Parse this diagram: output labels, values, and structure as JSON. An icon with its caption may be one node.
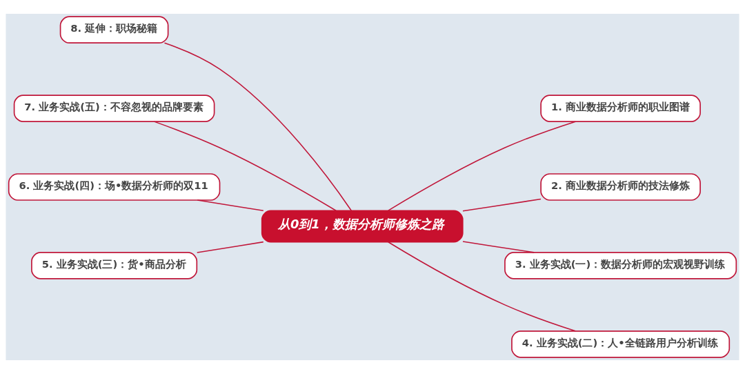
{
  "diagram": {
    "nodes": [
      {
        "text": [
          "从0到1，数据分析师修炼之路"
        ]
      },
      {
        "text": [
          "1. 商业数据分析师的职业图谱"
        ]
      },
      {
        "text": [
          "2. 商业数据分析师的技法修炼"
        ]
      },
      {
        "text": [
          "3. 业务实战(一)：数据分析师的宏观视野训练"
        ]
      },
      {
        "text": [
          "4. 业务实战(二)：人•全链路用户分析训练"
        ]
      },
      {
        "text": [
          "5. 业务实战(三)：货•商品分析"
        ]
      },
      {
        "text": [
          "6. 业务实战(四)：场•数据分析师的双11"
        ]
      },
      {
        "text": [
          "7. 业务实战(五)：不容忽视的品牌要素"
        ]
      },
      {
        "text": [
          "8. 延伸：职场秘籍"
        ]
      }
    ],
    "edges": [
      {
        "from": 0,
        "to": 1,
        "arrow": "none"
      },
      {
        "from": 0,
        "to": 2,
        "arrow": "none"
      },
      {
        "from": 0,
        "to": 3,
        "arrow": "none"
      },
      {
        "from": 0,
        "to": 4,
        "arrow": "none"
      },
      {
        "from": 0,
        "to": 5,
        "arrow": "none"
      },
      {
        "from": 0,
        "to": 6,
        "arrow": "none"
      },
      {
        "from": 0,
        "to": 7,
        "arrow": "none"
      },
      {
        "from": 0,
        "to": 8,
        "arrow": "none"
      }
    ]
  }
}
